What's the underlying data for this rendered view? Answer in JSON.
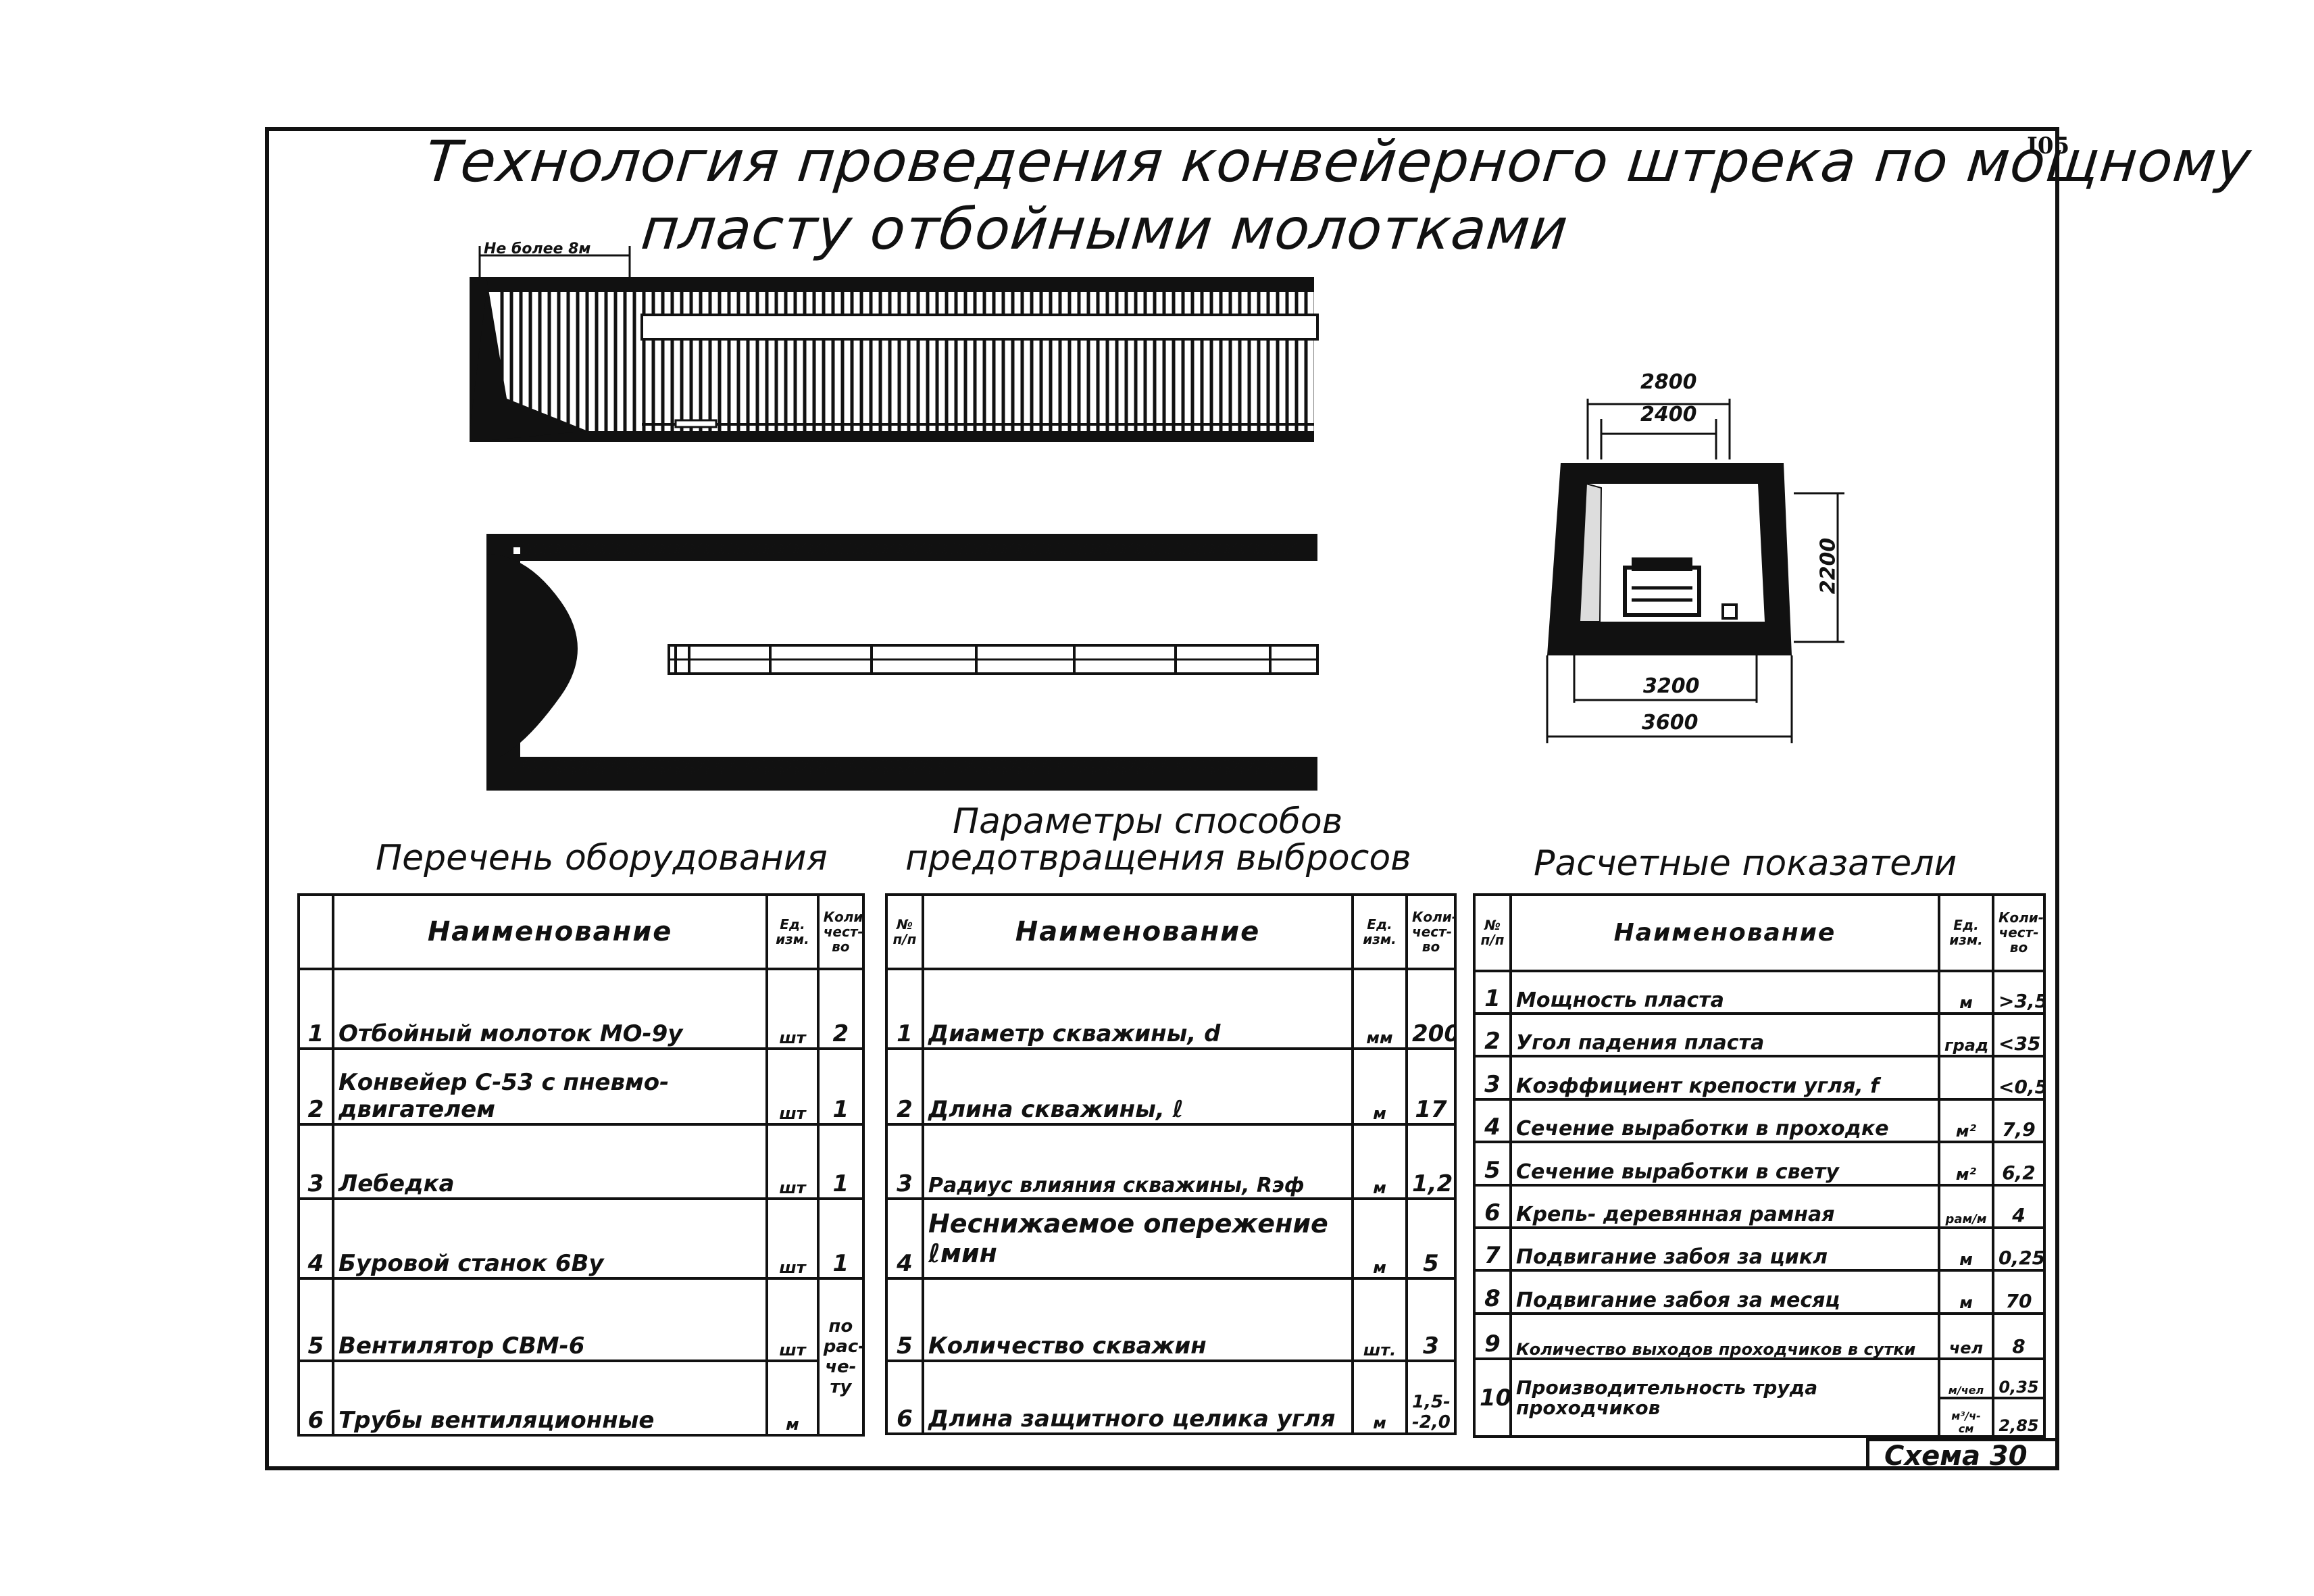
{
  "page_number": "I05",
  "title_line1": "Технология проведения конвейерного штрека по мощному",
  "title_line2": "пласту отбойными молотками",
  "drawing": {
    "note_max": "Не более 8м",
    "dim_2800": "2800",
    "dim_2400": "2400",
    "dim_2200": "2200",
    "dim_3200": "3200",
    "dim_3600": "3600"
  },
  "equipment": {
    "title": "Перечень оборудования",
    "header_name": "Наименование",
    "header_unit": "Ед. изм.",
    "header_qty": "Коли- чест- во",
    "rows": [
      {
        "n": "1",
        "name": "Отбойный молоток МО-9у",
        "unit": "шт",
        "qty": "2"
      },
      {
        "n": "2",
        "name": "Конвейер С-53 с пневмо- двигателем",
        "unit": "шт",
        "qty": "1"
      },
      {
        "n": "3",
        "name": "Лебедка",
        "unit": "шт",
        "qty": "1"
      },
      {
        "n": "4",
        "name": "Буровой станок 6Ву",
        "unit": "шт",
        "qty": "1"
      },
      {
        "n": "5",
        "name": "Вентилятор СВМ-6",
        "unit": "шт",
        "qty": "по рас- че- ту"
      },
      {
        "n": "6",
        "name": "Трубы вентиляционные",
        "unit": "м",
        "qty": ""
      }
    ]
  },
  "parameters": {
    "title_line1": "Параметры способов",
    "title_line2": "предотвращения выбросов",
    "header_no": "№ п/п",
    "header_name": "Наименование",
    "header_unit": "Ед. изм.",
    "header_qty": "Коли- чест- во",
    "rows": [
      {
        "n": "1",
        "name": "Диаметр скважины, d",
        "unit": "мм",
        "qty": "200"
      },
      {
        "n": "2",
        "name": "Длина скважины, ℓ",
        "unit": "м",
        "qty": "17"
      },
      {
        "n": "3",
        "name": "Радиус влияния скважины, Rэф",
        "unit": "м",
        "qty": "1,2"
      },
      {
        "n": "4",
        "name": "Неснижаемое опережение ℓмин",
        "unit": "м",
        "qty": "5"
      },
      {
        "n": "5",
        "name": "Количество скважин",
        "unit": "шт.",
        "qty": "3"
      },
      {
        "n": "6",
        "name": "Длина защитного целика угля",
        "unit": "м",
        "qty": "1,5- -2,0"
      }
    ]
  },
  "indicators": {
    "title": "Расчетные показатели",
    "header_no": "№ п/п",
    "header_name": "Наименование",
    "header_unit": "Ед. изм.",
    "header_qty": "Коли- чест- во",
    "rows": [
      {
        "n": "1",
        "name": "Мощность пласта",
        "unit": "м",
        "qty": ">3,5"
      },
      {
        "n": "2",
        "name": "Угол падения пласта",
        "unit": "град",
        "qty": "<35"
      },
      {
        "n": "3",
        "name": "Коэффициент крепости угля, f",
        "unit": "",
        "qty": "<0,5"
      },
      {
        "n": "4",
        "name": "Сечение выработки в проходке",
        "unit": "м²",
        "qty": "7,9"
      },
      {
        "n": "5",
        "name": "Сечение выработки в свету",
        "unit": "м²",
        "qty": "6,2"
      },
      {
        "n": "6",
        "name": "Крепь- деревянная рамная",
        "unit": "рам/м",
        "qty": "4"
      },
      {
        "n": "7",
        "name": "Подвигание забоя за цикл",
        "unit": "м",
        "qty": "0,25"
      },
      {
        "n": "8",
        "name": "Подвигание забоя за месяц",
        "unit": "м",
        "qty": "70"
      },
      {
        "n": "9",
        "name": "Количество выходов проходчиков в сутки",
        "unit": "чел",
        "qty": "8"
      },
      {
        "n": "10",
        "name": "Производительность труда проходчиков",
        "unit": "м/чел",
        "qty": "0,35",
        "unit2": "м³/ч-см",
        "qty2": "2,85"
      }
    ]
  },
  "schema_label": "Схема 30"
}
